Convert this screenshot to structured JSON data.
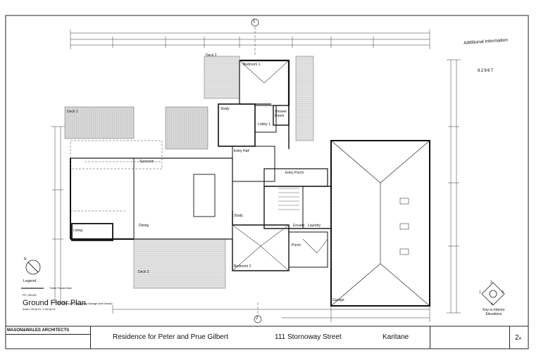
{
  "plan": {
    "title": "Ground Floor Plan",
    "area_note": "184.81 sq.m (Excluding Garage and Decks)",
    "scale_note": "Scale 1:50 @ A1, 1:100 @ A3",
    "ffl_note": "FFL 106.600",
    "legend_label": "Legend",
    "legend_line_text": "Timber Framed Wall",
    "north_label": "N",
    "additional_info": "Additional Information",
    "ref_number": "62967",
    "key_label": "Key to Interior Elevations",
    "key_numbers": [
      "1",
      "2",
      "3",
      "4"
    ],
    "rooms": {
      "bedroom1": "Bedroom 1",
      "bedroom2": "Bedroom 2",
      "study_top": "Study",
      "study_mid": "Study",
      "lobby": "Lobby 1",
      "shower": "Shower Room",
      "entry_hall": "Entry Hall",
      "entry_porch": "Entry Porch",
      "sunroom": "Sunroom",
      "dining": "Dining",
      "living": "Living",
      "ensuite": "Ensuite",
      "laundry": "Laundry",
      "porch": "Porch",
      "garage": "Garage",
      "deck1": "Deck 1",
      "deck2": "Deck 2",
      "deck3": "Deck 3"
    },
    "grid_top": "1",
    "grid_bottom": "2"
  },
  "title_block": {
    "firm": "MASON&WALES ARCHITECTS",
    "project": "Residence for Peter and Prue Gilbert",
    "address": "111 Stornoway Street",
    "locality": "Karitane",
    "sheet_no": "2",
    "sheet_suffix": "A"
  }
}
